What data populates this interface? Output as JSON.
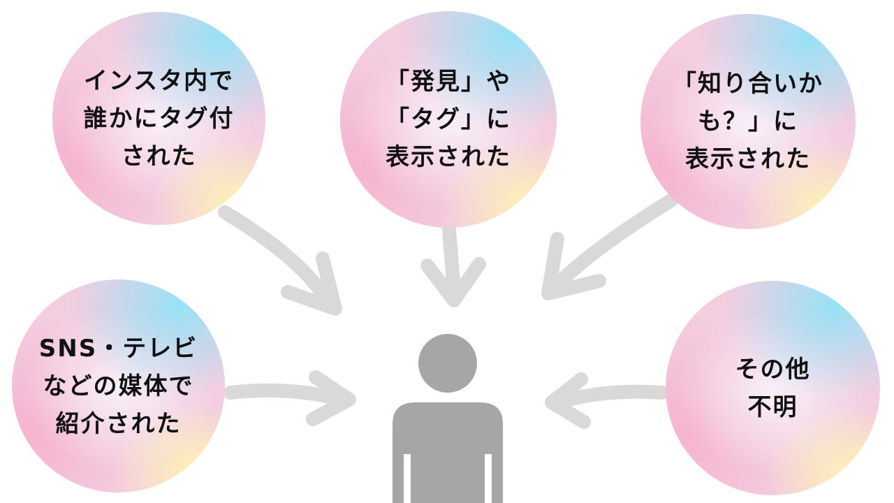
{
  "bubbles": [
    {
      "id": "tagged",
      "text": "インスタ内で\n誰かにタグ付\nされた"
    },
    {
      "id": "discover",
      "text": "「発見」や\n「タグ」に\n表示された"
    },
    {
      "id": "suggested",
      "text": "「知り合いか\nも？」に\n表示された"
    },
    {
      "id": "media",
      "text": "SNS・テレビ\nなどの媒体で\n紹介された"
    },
    {
      "id": "other",
      "text": "その他\n不明"
    }
  ],
  "colors": {
    "arrow": "#d9d9d9",
    "person": "#a6a6a6",
    "text": "#111111"
  },
  "icons": {
    "center": "person-icon",
    "connector": "arrow-icon"
  }
}
